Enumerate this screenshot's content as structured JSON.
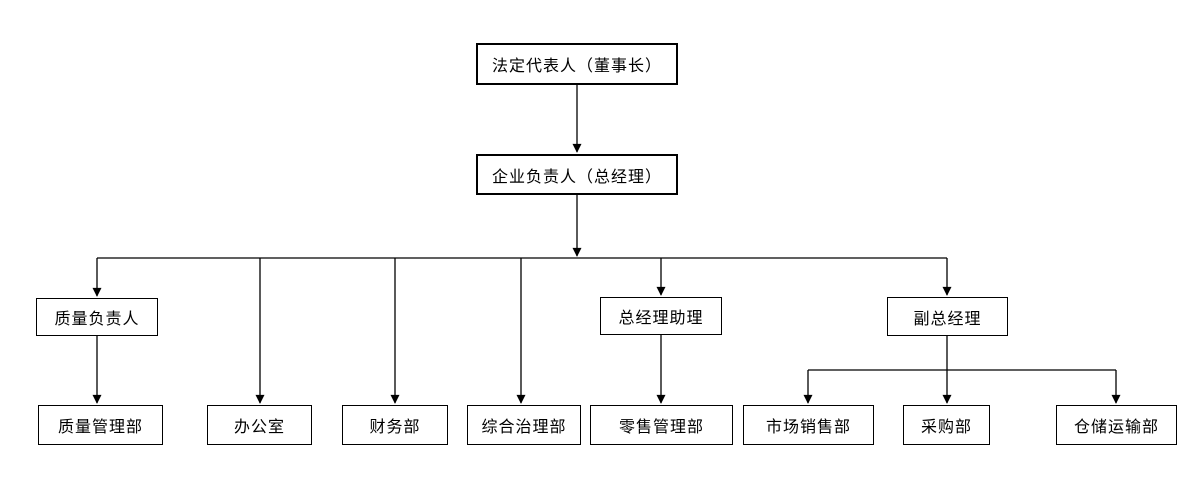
{
  "diagram": {
    "type": "org-chart",
    "background": "#ffffff",
    "colors": {
      "line": "#000000",
      "box_border": "#000000",
      "box_fill": "#ffffff",
      "text": "#000000"
    },
    "nodes": {
      "chairman": {
        "label": "法定代表人（董事长）",
        "level": 1
      },
      "general_manager": {
        "label": "企业负责人（总经理）",
        "level": 2
      },
      "quality_head": {
        "label": "质量负责人",
        "level": 3
      },
      "gm_assistant": {
        "label": "总经理助理",
        "level": 3
      },
      "deputy_gm": {
        "label": "副总经理",
        "level": 3
      },
      "quality_dept": {
        "label": "质量管理部",
        "level": 4
      },
      "office": {
        "label": "办公室",
        "level": 4
      },
      "finance_dept": {
        "label": "财务部",
        "level": 4
      },
      "governance_dept": {
        "label": "综合治理部",
        "level": 4
      },
      "retail_dept": {
        "label": "零售管理部",
        "level": 4
      },
      "sales_dept": {
        "label": "市场销售部",
        "level": 4
      },
      "purchasing_dept": {
        "label": "采购部",
        "level": 4
      },
      "warehouse_dept": {
        "label": "仓储运输部",
        "level": 4
      }
    },
    "edges": [
      {
        "from": "chairman",
        "to": "general_manager"
      },
      {
        "from": "general_manager",
        "to": "quality_head"
      },
      {
        "from": "general_manager",
        "to": "office"
      },
      {
        "from": "general_manager",
        "to": "finance_dept"
      },
      {
        "from": "general_manager",
        "to": "governance_dept"
      },
      {
        "from": "general_manager",
        "to": "gm_assistant"
      },
      {
        "from": "general_manager",
        "to": "deputy_gm"
      },
      {
        "from": "quality_head",
        "to": "quality_dept"
      },
      {
        "from": "gm_assistant",
        "to": "retail_dept"
      },
      {
        "from": "deputy_gm",
        "to": "sales_dept"
      },
      {
        "from": "deputy_gm",
        "to": "purchasing_dept"
      },
      {
        "from": "deputy_gm",
        "to": "warehouse_dept"
      }
    ]
  }
}
